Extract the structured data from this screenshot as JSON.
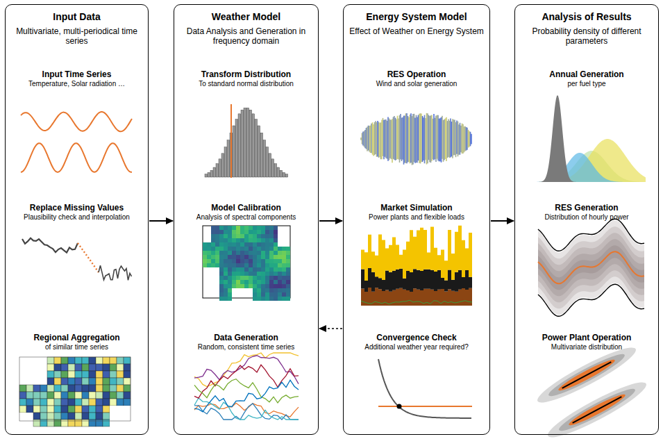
{
  "diagram": {
    "nodes": [
      {
        "text": [
          "Input Data",
          "Multivariate, multi-periodical time series"
        ]
      },
      {
        "text": [
          "Weather Model",
          "Data Analysis and Generation in frequency domain"
        ]
      },
      {
        "text": [
          "Energy System Model",
          "Effect of Weather on Energy System"
        ]
      },
      {
        "text": [
          "Analysis of Results",
          "Probability density of different parameters"
        ]
      }
    ],
    "edges": [
      {
        "from": 0,
        "to": 1,
        "arrow": "to"
      },
      {
        "from": 1,
        "to": 2,
        "arrow": "to"
      },
      {
        "from": 2,
        "to": 3,
        "arrow": "to"
      },
      {
        "from": 2,
        "to": 1,
        "arrow": "to"
      }
    ],
    "labels": [
      "Input Time Series",
      "Temperature, Solar radiation …",
      "Replace Missing Values",
      "Plausibility check and interpolation",
      "Regional Aggregation",
      "of similar time series",
      "Transform Distribution",
      "To standard normal distribution",
      "Model Calibration",
      "Analysis of spectral components",
      "Data Generation",
      "Random, consistent time series",
      "RES Operation",
      "Wind and solar generation",
      "Market Simulation",
      "Power plants and flexible loads",
      "Convergence Check",
      "Additional weather year required?",
      "Annual Generation",
      "per fuel type",
      "RES Generation",
      "Distribution of hourly power",
      "Power Plant Operation",
      "Multivariate distribution"
    ]
  }
}
